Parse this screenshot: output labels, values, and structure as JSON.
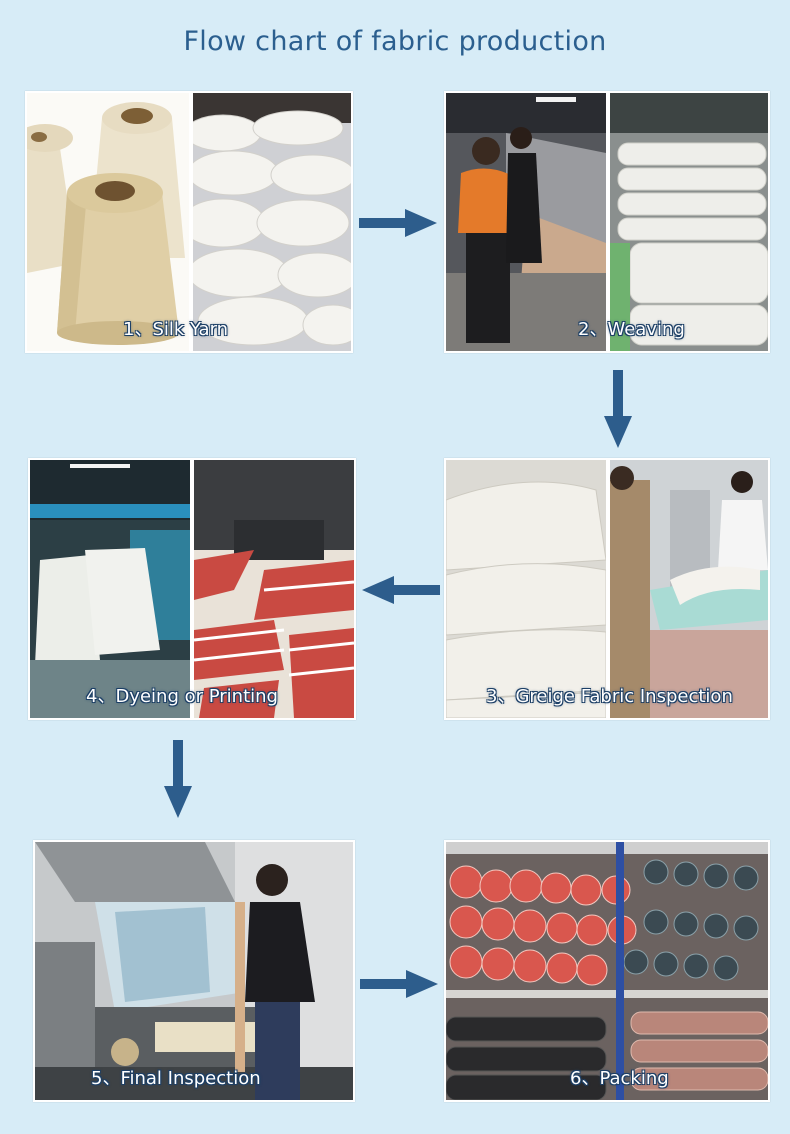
{
  "title": "Flow chart of fabric production",
  "steps": [
    {
      "label": "1、Silk Yarn"
    },
    {
      "label": "2、Weaving"
    },
    {
      "label": "3、Greige Fabric Inspection"
    },
    {
      "label": "4、Dyeing or Printing"
    },
    {
      "label": "5、Final Inspection"
    },
    {
      "label": "6、Packing"
    }
  ],
  "colors": {
    "background": "#d7ecf7",
    "arrow": "#2d5d8c",
    "title": "#2b5f8f"
  }
}
